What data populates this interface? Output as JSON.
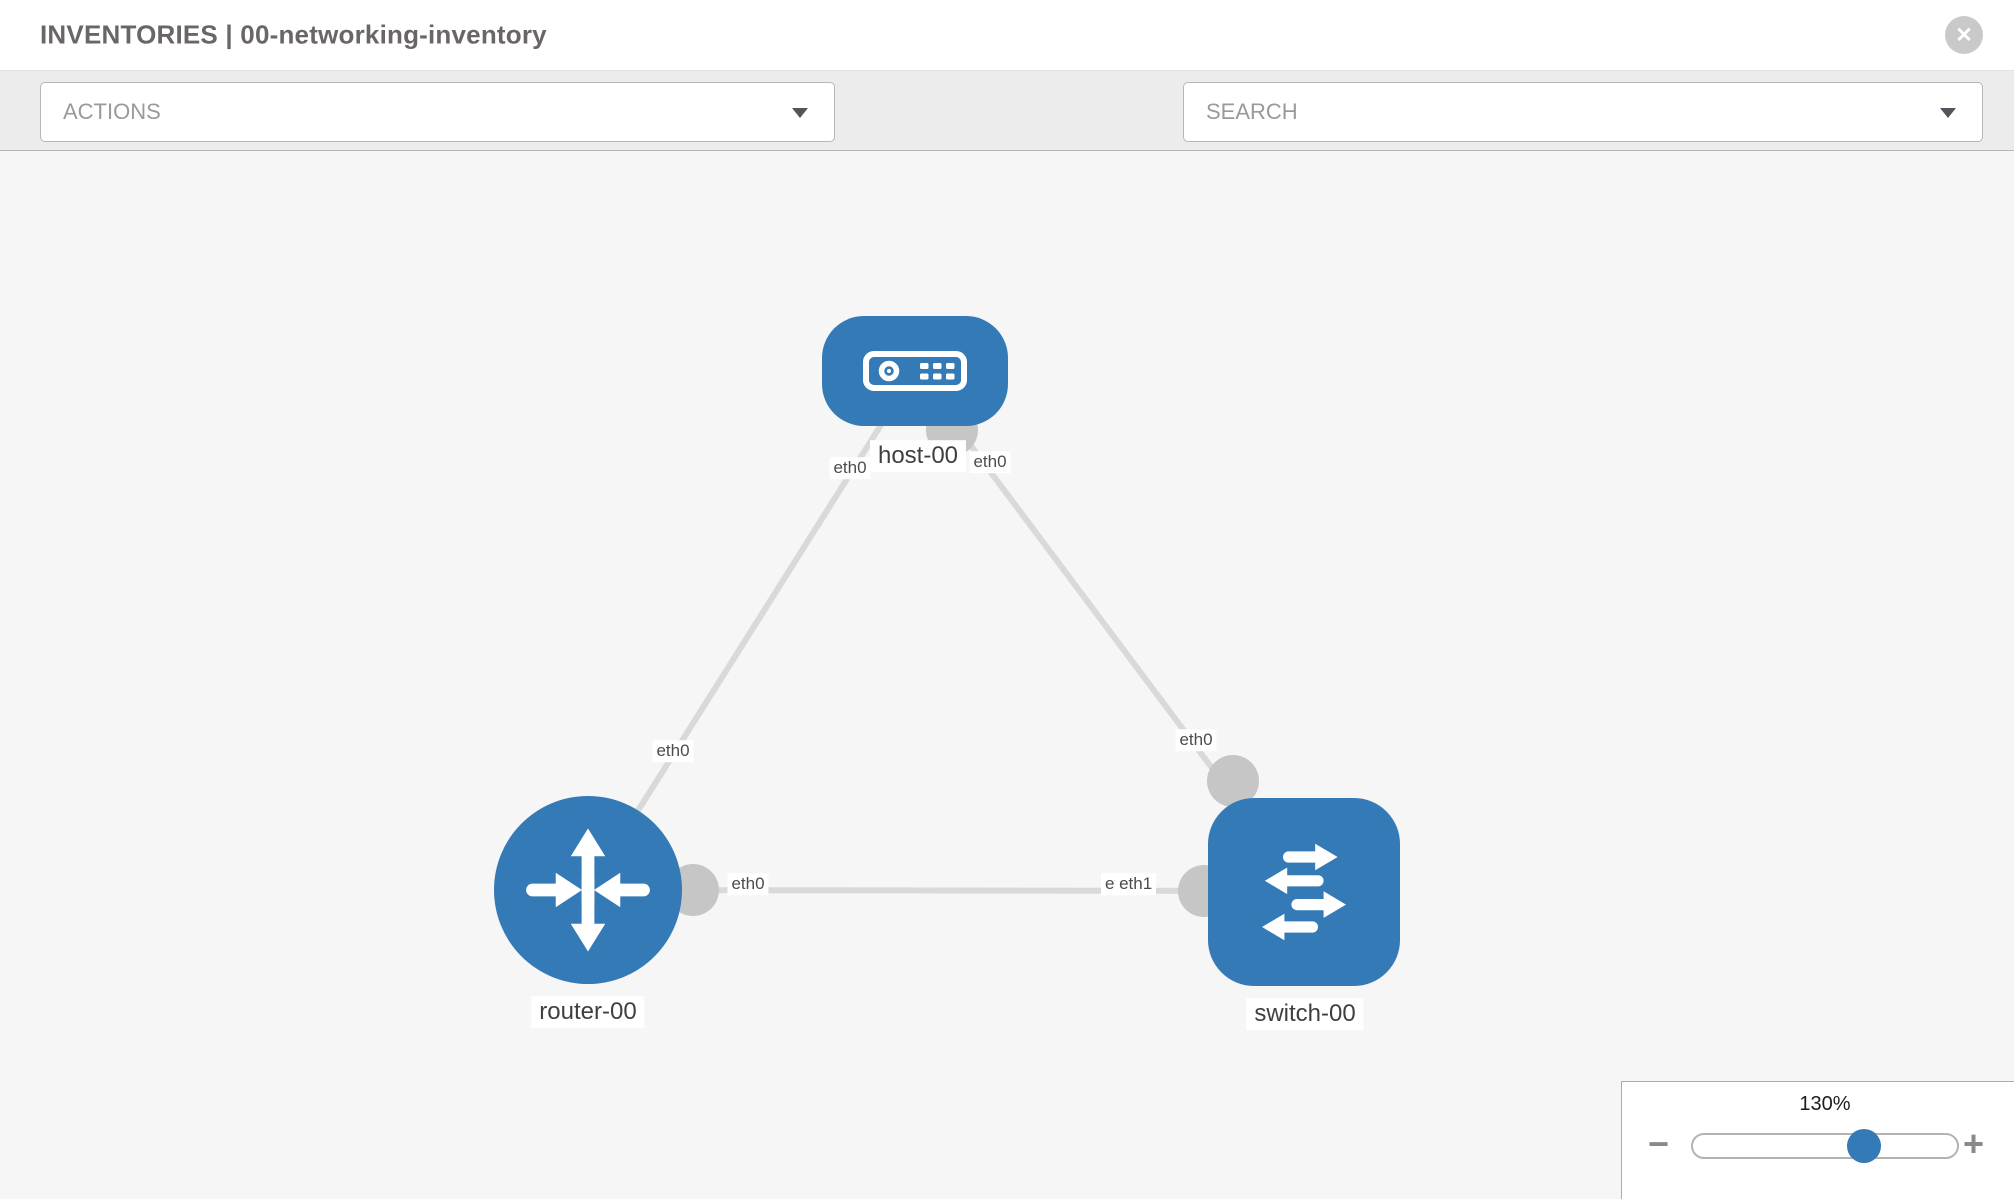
{
  "header": {
    "title": "INVENTORIES | 00-networking-inventory",
    "close_glyph": "✕"
  },
  "toolbar": {
    "actions_label": "ACTIONS",
    "search_label": "SEARCH",
    "icons": [
      "wrench-icon",
      "key-icon"
    ]
  },
  "topology": {
    "nodes": [
      {
        "label": "host-00",
        "type": "host"
      },
      {
        "label": "router-00",
        "type": "router"
      },
      {
        "label": "switch-00",
        "type": "switch"
      }
    ],
    "links": [
      {
        "from": "host-00",
        "from_if": "eth0",
        "to": "router-00",
        "to_if": "eth0"
      },
      {
        "from": "host-00",
        "from_if": "eth0",
        "to": "switch-00",
        "to_if": "eth0"
      },
      {
        "from": "router-00",
        "from_if": "eth0",
        "to": "switch-00",
        "to_if": "eth1",
        "to_if_overlapped_label": "eth0"
      }
    ],
    "colors": {
      "node_blue": "#337ab7",
      "link_gray": "#d9d9d9",
      "port_gray": "#c6c6c6"
    }
  },
  "zoom_control": {
    "level": "130%",
    "minus_glyph": "−",
    "plus_glyph": "+"
  }
}
